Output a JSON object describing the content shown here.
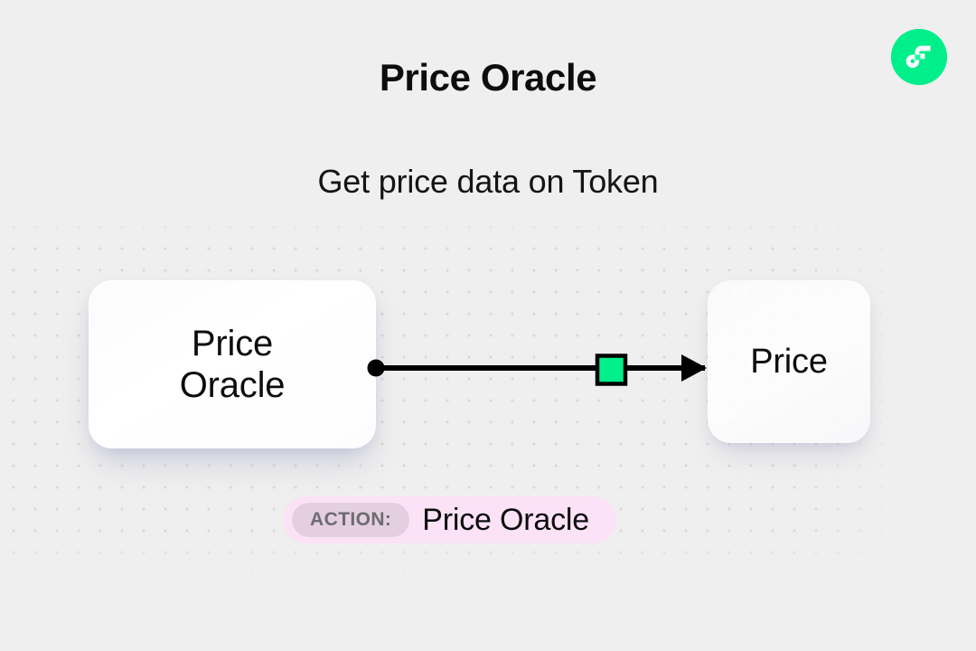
{
  "page": {
    "title": "Price Oracle",
    "subtitle": "Get price data on Token",
    "background_color": "#EFEFEF"
  },
  "brand": {
    "logo_name": "flow-logo",
    "logo_color": "#00EF8B",
    "logo_mark_color": "#FFFFFF"
  },
  "diagram": {
    "nodes": [
      {
        "id": "source",
        "label": "Price\nOracle",
        "role": "source",
        "output_port": "dot"
      },
      {
        "id": "target",
        "label": "Price",
        "role": "target",
        "input_port": "arrow"
      }
    ],
    "edge": {
      "from": "source",
      "to": "target",
      "marker_shape": "square",
      "marker_color": "#00EF8B",
      "line_color": "#000000"
    }
  },
  "action_badge": {
    "tag": "ACTION:",
    "value": "Price Oracle",
    "background_color": "#FBE2F6",
    "tag_background_color": "#E4CFE1",
    "tag_text_color": "#6D6B70"
  }
}
